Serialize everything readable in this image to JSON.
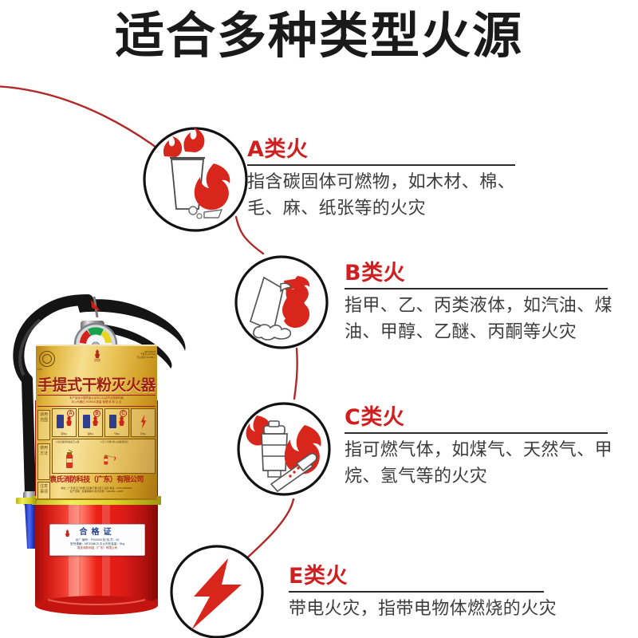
{
  "page": {
    "title": "适合多种类型火源",
    "background": "#ffffff"
  },
  "colors": {
    "accent_red": "#cf1f20",
    "connector_red": "#b02a2a",
    "title_dark": "#1a1a1a",
    "desc_gray": "#3c3c3c",
    "body_red": "#e01b17",
    "label_gold": "#e0b43b",
    "cert_blue": "#1f3f8c"
  },
  "fire_classes": [
    {
      "id": "a",
      "title": "A类火",
      "desc": "指含碳固体可燃物，如木材、棉、毛、麻、纸张等的火灾",
      "icon": "trash-can-flame-icon"
    },
    {
      "id": "b",
      "title": "B类火",
      "desc": "指甲、乙、丙类液体，如汽油、煤油、甲醇、乙醚、丙酮等火灾",
      "icon": "pouring-liquid-flame-icon"
    },
    {
      "id": "c",
      "title": "C类火",
      "desc": "指可燃气体，如煤气、天然气、甲烷、氢气等的火灾",
      "icon": "gas-cylinder-flame-icon"
    },
    {
      "id": "e",
      "title": "E类火",
      "desc": "带电火灾，指带电物体燃烧的火灾",
      "icon": "lightning-bolt-icon"
    }
  ],
  "extinguisher": {
    "name": "portable-dry-powder-fire-extinguisher",
    "label": {
      "main_title": "手提式干粉灭火器",
      "badge": "CCC",
      "brand_mark": "消防",
      "model_lines": "MFZ/ABC5\n干粉灭火剂 5kg\n灭火级别 3A 89B C",
      "cert_lines": "本产品经中国质量认证中心认证符合国家标准\n本公司通过 ISO9001质量 管理 体 系 认 证",
      "icon_boxes": [
        {
          "letter": "A",
          "caption": "固体火",
          "kind": "object-flame"
        },
        {
          "letter": "B",
          "caption": "液体火",
          "kind": "object-flame"
        },
        {
          "letter": "C",
          "caption": "气体火",
          "kind": "object-flame"
        },
        {
          "letter": "E",
          "caption": "带电火",
          "kind": "bolt"
        }
      ],
      "side_bands": [
        "适用范围",
        "使用方法",
        "注意事项"
      ],
      "use_heading_left": "1.拔出保险销提起灭火器",
      "use_heading_right": "2.压下手柄对准火焰根部喷射",
      "notes_left": "1.每月检查压力表指针是否在绿区\n2.存放于通风干燥处",
      "notes_right": "1.灭火器应避免日晒雨淋，严防受潮和强腐蚀\n2.使用后应及时充装维修\n3.每年应由专业机构检验一次\n4.报废年限十年",
      "company": "袁氏消防科技（广东）有限公司",
      "footer": "地址：广东省江门市蓬江区棠下镇沙富工业区 电话：0750-0000000\n生产日期：见瓶体钢印 执行标准：GB4351.1-2005"
    },
    "cert_tag": {
      "title": "合格证",
      "lines": [
        "出厂 编号：F000000  检 验 员：05",
        "型号规格：MFZ/ABC5  灭火剂充装量：5kg",
        "袁氏消防科技（广东）有限公司"
      ]
    },
    "gauge": {
      "name": "pressure-gauge",
      "zones": [
        "red",
        "green",
        "yellow"
      ],
      "unit": "MPa"
    },
    "parts": [
      "handle",
      "lever",
      "safety-pin",
      "hose",
      "blue-nozzle",
      "yellow-collar",
      "cylinder-body"
    ]
  }
}
